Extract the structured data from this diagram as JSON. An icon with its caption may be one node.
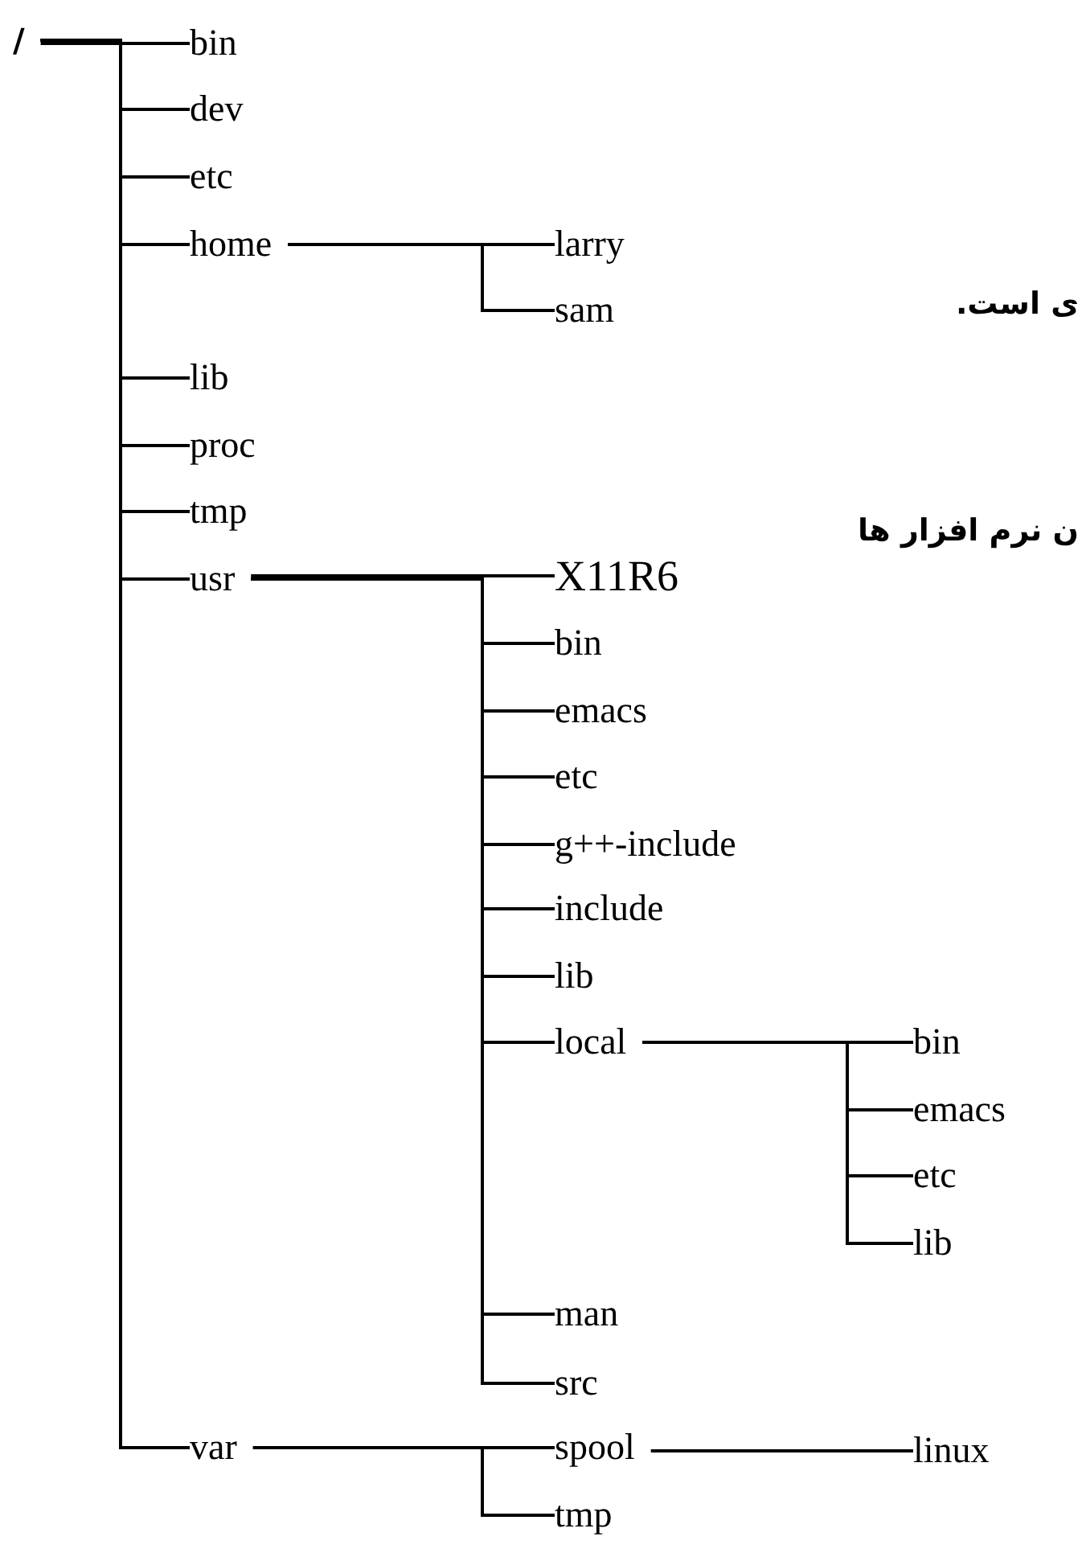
{
  "diagram": {
    "nodes": [
      {
        "text": [
          "/"
        ]
      },
      {
        "text": [
          "bin"
        ]
      },
      {
        "text": [
          "dev"
        ]
      },
      {
        "text": [
          "etc"
        ]
      },
      {
        "text": [
          "home"
        ]
      },
      {
        "text": [
          "larry"
        ]
      },
      {
        "text": [
          "sam"
        ]
      },
      {
        "text": [
          "lib"
        ]
      },
      {
        "text": [
          "proc"
        ]
      },
      {
        "text": [
          "tmp"
        ]
      },
      {
        "text": [
          "usr"
        ]
      },
      {
        "text": [
          "X11R6"
        ]
      },
      {
        "text": [
          "bin"
        ]
      },
      {
        "text": [
          "emacs"
        ]
      },
      {
        "text": [
          "etc"
        ]
      },
      {
        "text": [
          "g++-include"
        ]
      },
      {
        "text": [
          "include"
        ]
      },
      {
        "text": [
          "lib"
        ]
      },
      {
        "text": [
          "local"
        ]
      },
      {
        "text": [
          "bin"
        ]
      },
      {
        "text": [
          "emacs"
        ]
      },
      {
        "text": [
          "etc"
        ]
      },
      {
        "text": [
          "lib"
        ]
      },
      {
        "text": [
          "man"
        ]
      },
      {
        "text": [
          "src"
        ]
      },
      {
        "text": [
          "var"
        ]
      },
      {
        "text": [
          "spool"
        ]
      },
      {
        "text": [
          "linux"
        ]
      },
      {
        "text": [
          "tmp"
        ]
      }
    ],
    "edges": [
      {
        "from": 0,
        "to": 1,
        "arrow": "none"
      },
      {
        "from": 0,
        "to": 2,
        "arrow": "none"
      },
      {
        "from": 0,
        "to": 3,
        "arrow": "none"
      },
      {
        "from": 0,
        "to": 4,
        "arrow": "none"
      },
      {
        "from": 4,
        "to": 5,
        "arrow": "none"
      },
      {
        "from": 4,
        "to": 6,
        "arrow": "none"
      },
      {
        "from": 0,
        "to": 7,
        "arrow": "none"
      },
      {
        "from": 0,
        "to": 8,
        "arrow": "none"
      },
      {
        "from": 0,
        "to": 9,
        "arrow": "none"
      },
      {
        "from": 0,
        "to": 10,
        "arrow": "none"
      },
      {
        "from": 10,
        "to": 11,
        "arrow": "none"
      },
      {
        "from": 10,
        "to": 12,
        "arrow": "none"
      },
      {
        "from": 10,
        "to": 13,
        "arrow": "none"
      },
      {
        "from": 10,
        "to": 14,
        "arrow": "none"
      },
      {
        "from": 10,
        "to": 15,
        "arrow": "none"
      },
      {
        "from": 10,
        "to": 16,
        "arrow": "none"
      },
      {
        "from": 10,
        "to": 17,
        "arrow": "none"
      },
      {
        "from": 10,
        "to": 18,
        "arrow": "none"
      },
      {
        "from": 18,
        "to": 19,
        "arrow": "none"
      },
      {
        "from": 18,
        "to": 20,
        "arrow": "none"
      },
      {
        "from": 18,
        "to": 21,
        "arrow": "none"
      },
      {
        "from": 18,
        "to": 22,
        "arrow": "none"
      },
      {
        "from": 10,
        "to": 23,
        "arrow": "none"
      },
      {
        "from": 10,
        "to": 24,
        "arrow": "none"
      },
      {
        "from": 0,
        "to": 25,
        "arrow": "none"
      },
      {
        "from": 25,
        "to": 26,
        "arrow": "none"
      },
      {
        "from": 26,
        "to": 27,
        "arrow": "none"
      },
      {
        "from": 25,
        "to": 28,
        "arrow": "none"
      }
    ],
    "labels": [
      "ی است.",
      "ن نرم افزار ها"
    ]
  }
}
